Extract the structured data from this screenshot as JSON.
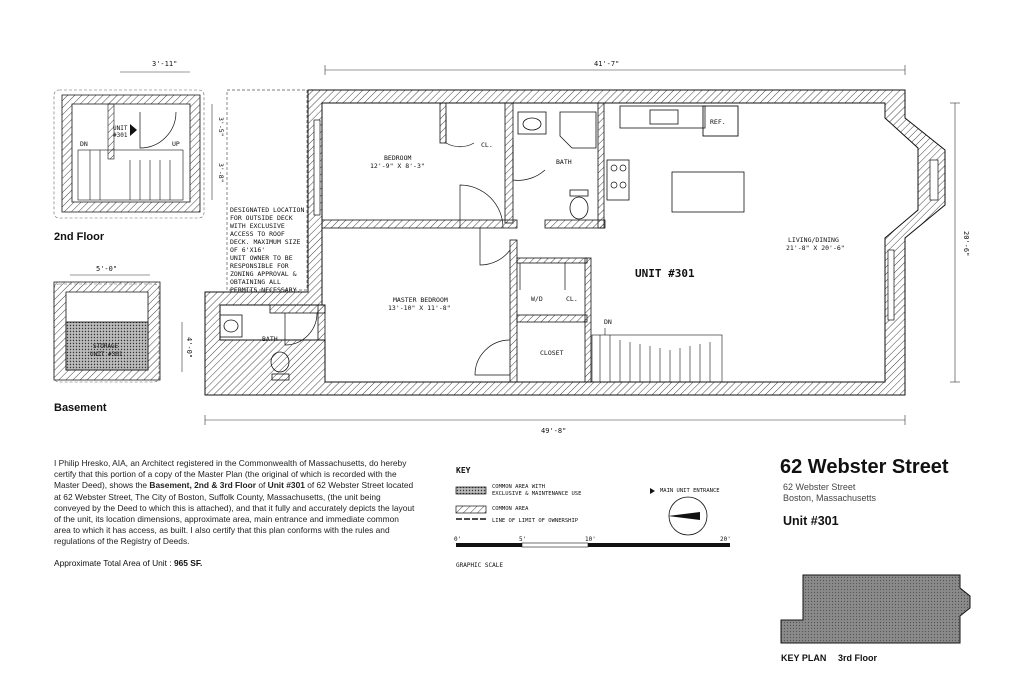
{
  "labels": {
    "floor2": "2nd Floor",
    "basement": "Basement",
    "unit_big": "UNIT #301",
    "bedroom": "BEDROOM",
    "bedroom_dim": "12'-9\" X 8'-3\"",
    "master_bedroom": "MASTER BEDROOM",
    "master_dim": "13'-10\" X 11'-8\"",
    "living": "LIVING/DINING",
    "living_dim": "21'-8\" X 20'-6\"",
    "bath": "BATH",
    "cl": "CL.",
    "wd": "W/D",
    "closet": "CLOSET",
    "ref": "REF.",
    "dn": "DN",
    "up": "UP",
    "unit_small": "UNIT",
    "unit_small_num": "#301",
    "storage": "STORAGE",
    "storage_unit": "UNIT #301"
  },
  "deck_note": [
    "DESIGNATED LOCATION",
    "FOR OUTSIDE DECK",
    "WITH EXCLUSIVE",
    "ACCESS TO ROOF",
    "DECK. MAXIMUM SIZE",
    "OF 6'X16'",
    "UNIT OWNER TO BE",
    "RESPONSIBLE FOR",
    "ZONING APPROVAL  &",
    "OBTAINING ALL",
    "PERMITS NECESSARY."
  ],
  "dimensions": {
    "top": "41'-7\"",
    "bottom": "49'-8\"",
    "right": "20'-6\"",
    "floor2_width": "3'-11\"",
    "floor2_h1": "3'-5\"",
    "floor2_h2": "3'-8\"",
    "basement_width": "5'-0\"",
    "basement_height": "4'-0\""
  },
  "certification": {
    "part1": "I Philip Hresko, AIA, an Architect registered in the Commonwealth of Massachusetts, do hereby certify that this portion of a copy of the Master Plan (the original of which is recorded with the Master Deed), shows the ",
    "bold1": "Basement, 2nd & 3rd Floor",
    "part2": " of ",
    "bold2": "Unit #301",
    "part3": " of 62 Webster Street located at 62 Webster Street, The City of Boston, Suffolk County,  Massachusetts, (the unit being conveyed by the Deed to which this is attached), and that it fully and accurately depicts the layout of the unit, its location dimensions, approximate area, main entrance and immediate common area to which it has access, as built.  I also certify that this plan conforms with the rules and regulations of the Registry of Deeds."
  },
  "area": {
    "label": "Approximate Total Area of Unit : ",
    "value": "965 SF."
  },
  "key": {
    "title": "KEY",
    "common_exclusive_1": "COMMON AREA WITH",
    "common_exclusive_2": "EXCLUSIVE & MAINTENANCE USE",
    "common_area": "COMMON AREA",
    "limit_line": "LINE OF LIMIT OF OWNERSHIP",
    "main_entrance": "MAIN UNIT ENTRANCE"
  },
  "scale": {
    "ticks": [
      "0'",
      "5'",
      "10'",
      "20'"
    ],
    "label": "GRAPHIC SCALE"
  },
  "title_block": {
    "title": "62 Webster Street",
    "address1": "62 Webster Street",
    "address2": "Boston, Massachusetts",
    "unit": "Unit #301",
    "key_plan": "KEY PLAN",
    "floor": "3rd Floor"
  },
  "colors": {
    "line": "#111111",
    "hatch": "#555555",
    "keyplan_fill": "#8a8a8a"
  }
}
